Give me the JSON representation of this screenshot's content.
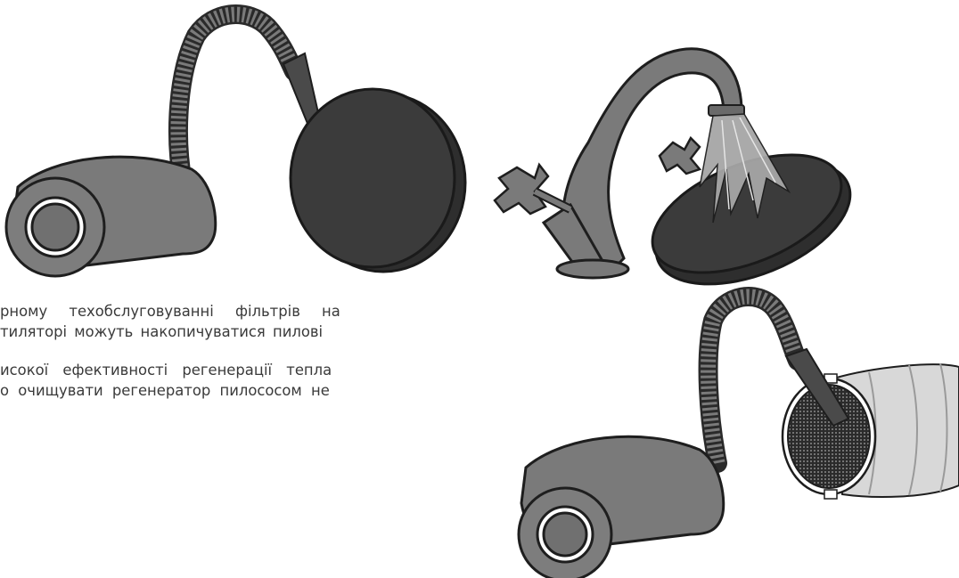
{
  "paragraphs": [
    {
      "lines": [
        "рному техобслуговуванні фільтрів на",
        "тиляторі можуть накопичуватися пилові"
      ]
    },
    {
      "lines": [
        "исокої ефективності регенерації тепла",
        "о очищувати регенератор пилососом не"
      ]
    }
  ],
  "illustrations": [
    "vacuum-cleaning-filter",
    "tap-washing-filter",
    "vacuum-cleaning-regenerator"
  ]
}
